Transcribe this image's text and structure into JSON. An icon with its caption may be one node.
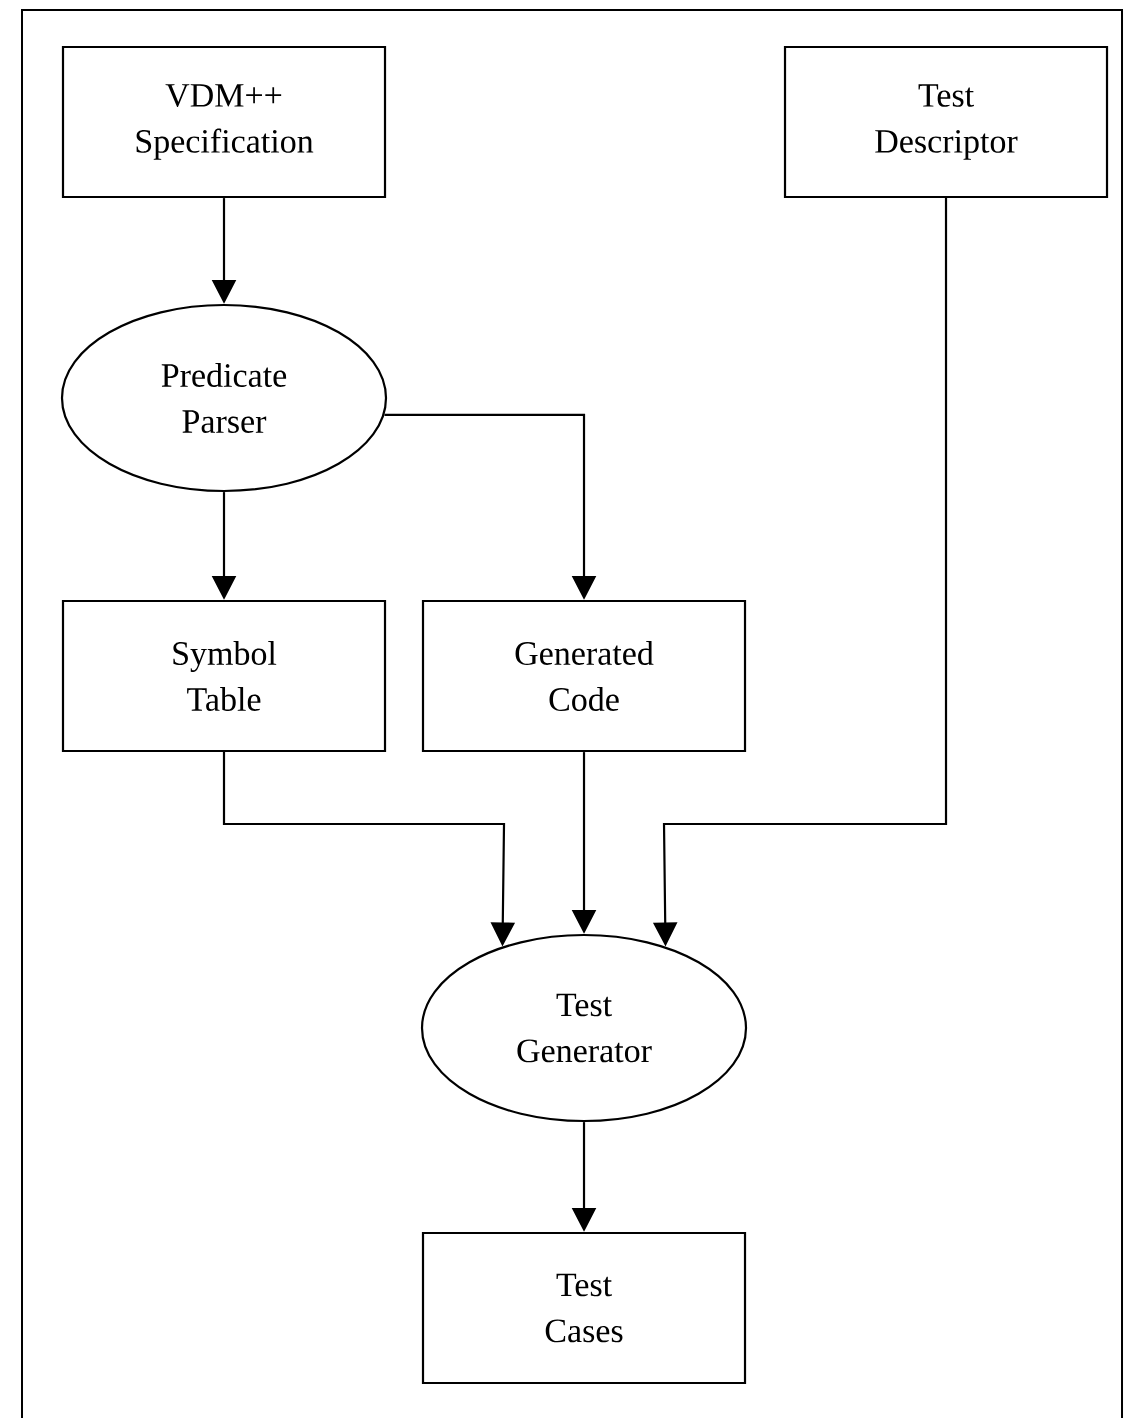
{
  "diagram": {
    "nodes": [
      {
        "text": [
          "VDM++ Specification"
        ]
      },
      {
        "text": [
          "Test Descriptor"
        ]
      },
      {
        "text": [
          "Predicate Parser"
        ]
      },
      {
        "text": [
          "Symbol Table"
        ]
      },
      {
        "text": [
          "Generated Code"
        ]
      },
      {
        "text": [
          "Test Generator"
        ]
      },
      {
        "text": [
          "Test Cases"
        ]
      }
    ],
    "edges": [
      {
        "from": 0,
        "to": 2,
        "arrow": "to"
      },
      {
        "from": 2,
        "to": 3,
        "arrow": "to"
      },
      {
        "from": 2,
        "to": 4,
        "arrow": "to"
      },
      {
        "from": 3,
        "to": 5,
        "arrow": "to"
      },
      {
        "from": 4,
        "to": 5,
        "arrow": "to"
      },
      {
        "from": 1,
        "to": 5,
        "arrow": "to"
      },
      {
        "from": 5,
        "to": 6,
        "arrow": "to"
      }
    ]
  }
}
